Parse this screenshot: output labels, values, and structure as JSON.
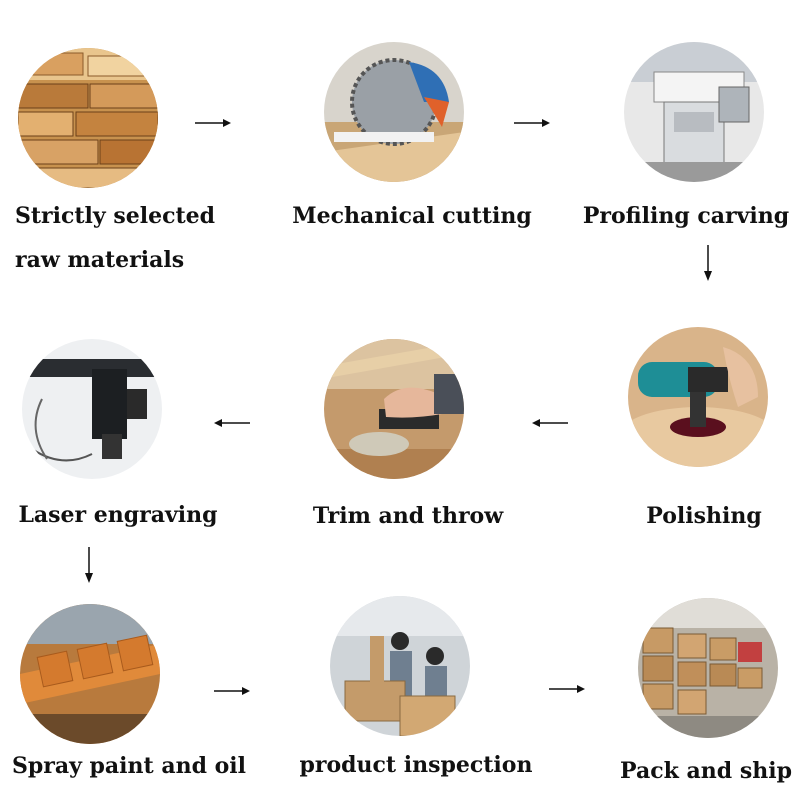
{
  "steps": [
    {
      "label_lines": [
        "Strictly selected",
        "raw materials"
      ],
      "image": "stacked-lumber"
    },
    {
      "label": "Mechanical cutting",
      "image": "circular-saw"
    },
    {
      "label": "Profiling carving",
      "image": "cnc-machine"
    },
    {
      "label": "Polishing",
      "image": "angle-grinder"
    },
    {
      "label": "Trim and throw",
      "image": "hand-sander"
    },
    {
      "label": "Laser engraving",
      "image": "laser-engraver"
    },
    {
      "label": "Spray paint and oil",
      "image": "painted-frame"
    },
    {
      "label": "product inspection",
      "image": "workers-inspecting"
    },
    {
      "label": "Pack and ship",
      "image": "warehouse-boxes"
    }
  ],
  "arrows": [
    "right",
    "right",
    "down",
    "left",
    "left",
    "down",
    "right",
    "right"
  ]
}
